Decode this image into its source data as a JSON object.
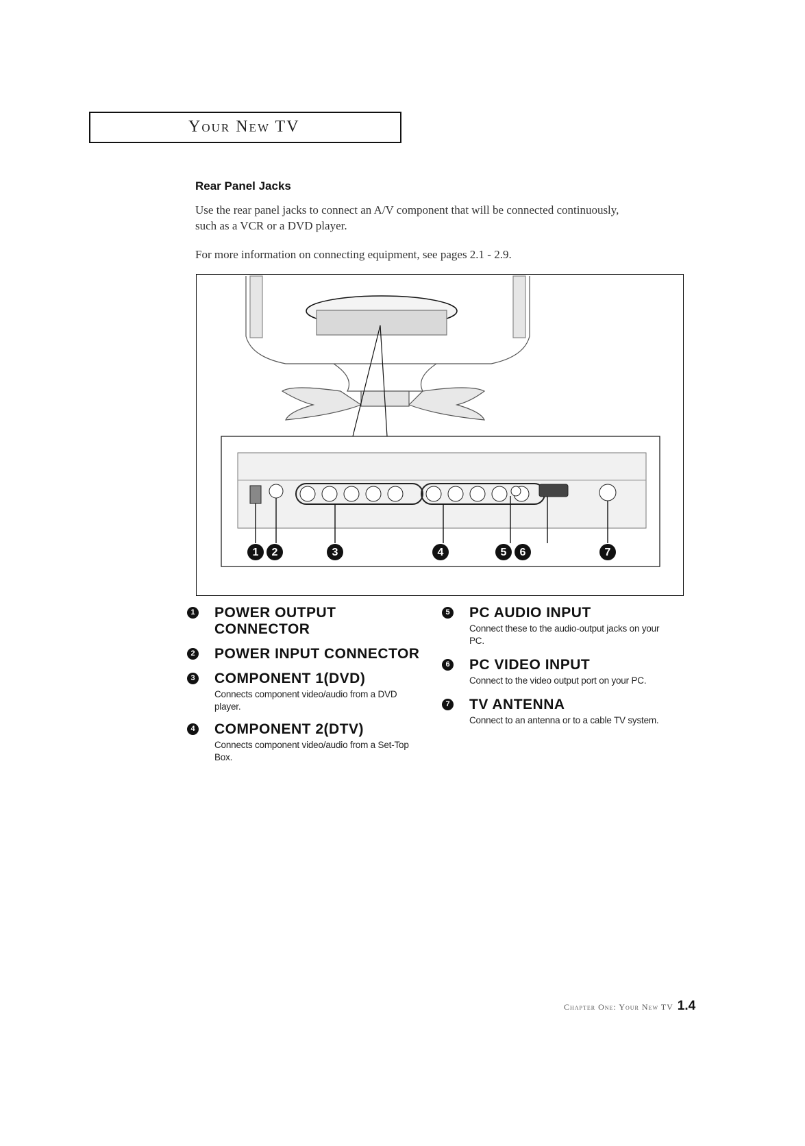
{
  "header": {
    "title": "Your New TV"
  },
  "section": {
    "title": "Rear Panel Jacks",
    "intro": "Use the rear panel jacks to connect an A/V component that will be connected continuously, such as a VCR or a DVD player.",
    "more": "For more information on connecting equipment, see pages 2.1 - 2.9."
  },
  "callouts": [
    "1",
    "2",
    "3",
    "4",
    "5",
    "6",
    "7"
  ],
  "items": [
    {
      "num": "1",
      "label": "POWER OUTPUT CONNECTOR",
      "desc": ""
    },
    {
      "num": "2",
      "label": "POWER INPUT CONNECTOR",
      "desc": ""
    },
    {
      "num": "3",
      "label": "COMPONENT 1(DVD)",
      "desc": "Connects component video/audio from a DVD player."
    },
    {
      "num": "4",
      "label": "COMPONENT 2(DTV)",
      "desc": "Connects component video/audio from a Set-Top Box."
    },
    {
      "num": "5",
      "label": "PC AUDIO INPUT",
      "desc": "Connect these to the audio-output jacks on your PC."
    },
    {
      "num": "6",
      "label": "PC VIDEO INPUT",
      "desc": "Connect to the video output port on your PC."
    },
    {
      "num": "7",
      "label": "TV ANTENNA",
      "desc": "Connect to an antenna or to a cable TV system."
    }
  ],
  "footer": {
    "chapter": "Chapter One: Your New TV",
    "page": "1.4"
  }
}
